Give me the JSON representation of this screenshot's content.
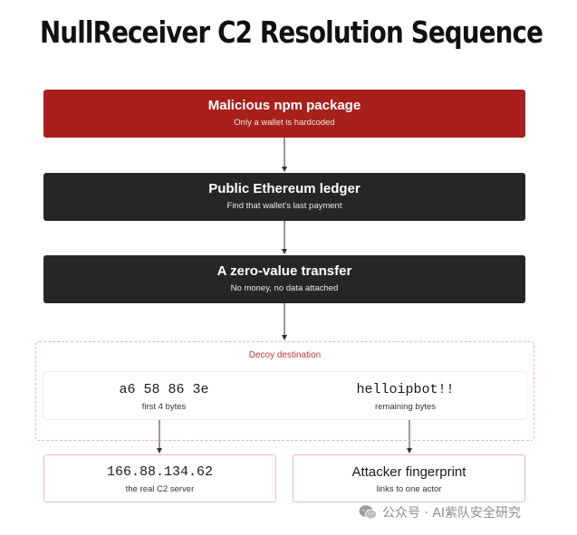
{
  "title": "NullReceiver C2 Resolution Sequence",
  "steps": [
    {
      "title": "Malicious npm package",
      "subtitle": "Only a wallet is hardcoded",
      "color": "#a81f1c"
    },
    {
      "title": "Public Ethereum ledger",
      "subtitle": "Find that wallet's last payment",
      "color": "#262626"
    },
    {
      "title": "A zero-value transfer",
      "subtitle": "No money, no data attached",
      "color": "#262626"
    }
  ],
  "decoy": {
    "label": "Decoy destination",
    "segments": [
      {
        "value": "a6 58 86 3e",
        "caption": "first 4 bytes"
      },
      {
        "value": "helloipbot!!",
        "caption": "remaining bytes"
      }
    ]
  },
  "results": [
    {
      "value": "166.88.134.62",
      "caption": "the real C2 server"
    },
    {
      "value": "Attacker fingerprint",
      "caption": "links to one actor"
    }
  ],
  "watermark": {
    "text": "公众号 · AI紫队安全研究",
    "icon": "wechat-icon"
  },
  "colors": {
    "accent_red": "#a81f1c",
    "dark": "#262626",
    "decoy_border": "#f3b1b1",
    "decoy_label": "#b83a36"
  }
}
